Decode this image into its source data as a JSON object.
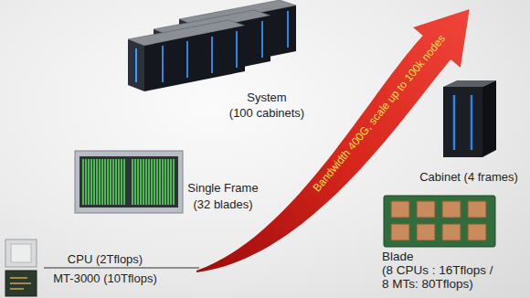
{
  "diagram": {
    "labels": [
      "System",
      "(100 cabinets)",
      "Bandwidth 400G, scale up to 100k nodes",
      "Cabinet (4 frames)",
      "Single Frame",
      "(32 blades)",
      "Blade",
      "(8 CPUs : 16Tflops / 8 MTs: 80Tflops)",
      "CPU (2Tflops)",
      "MT-3000 (10Tflops)"
    ]
  }
}
